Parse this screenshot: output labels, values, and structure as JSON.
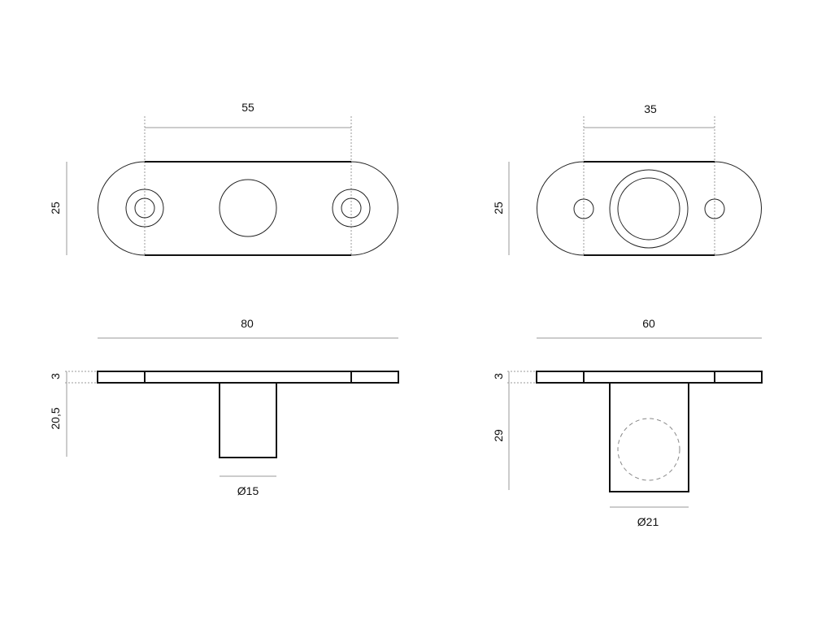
{
  "left_part": {
    "top_view": {
      "hole_spacing": "55",
      "height": "25"
    },
    "side_view": {
      "length": "80",
      "plate_thickness": "3",
      "stem_height": "20,5",
      "stem_diameter": "Ø15"
    }
  },
  "right_part": {
    "top_view": {
      "hole_spacing": "35",
      "height": "25"
    },
    "side_view": {
      "length": "60",
      "plate_thickness": "3",
      "stem_height": "29",
      "stem_diameter": "Ø21"
    }
  }
}
